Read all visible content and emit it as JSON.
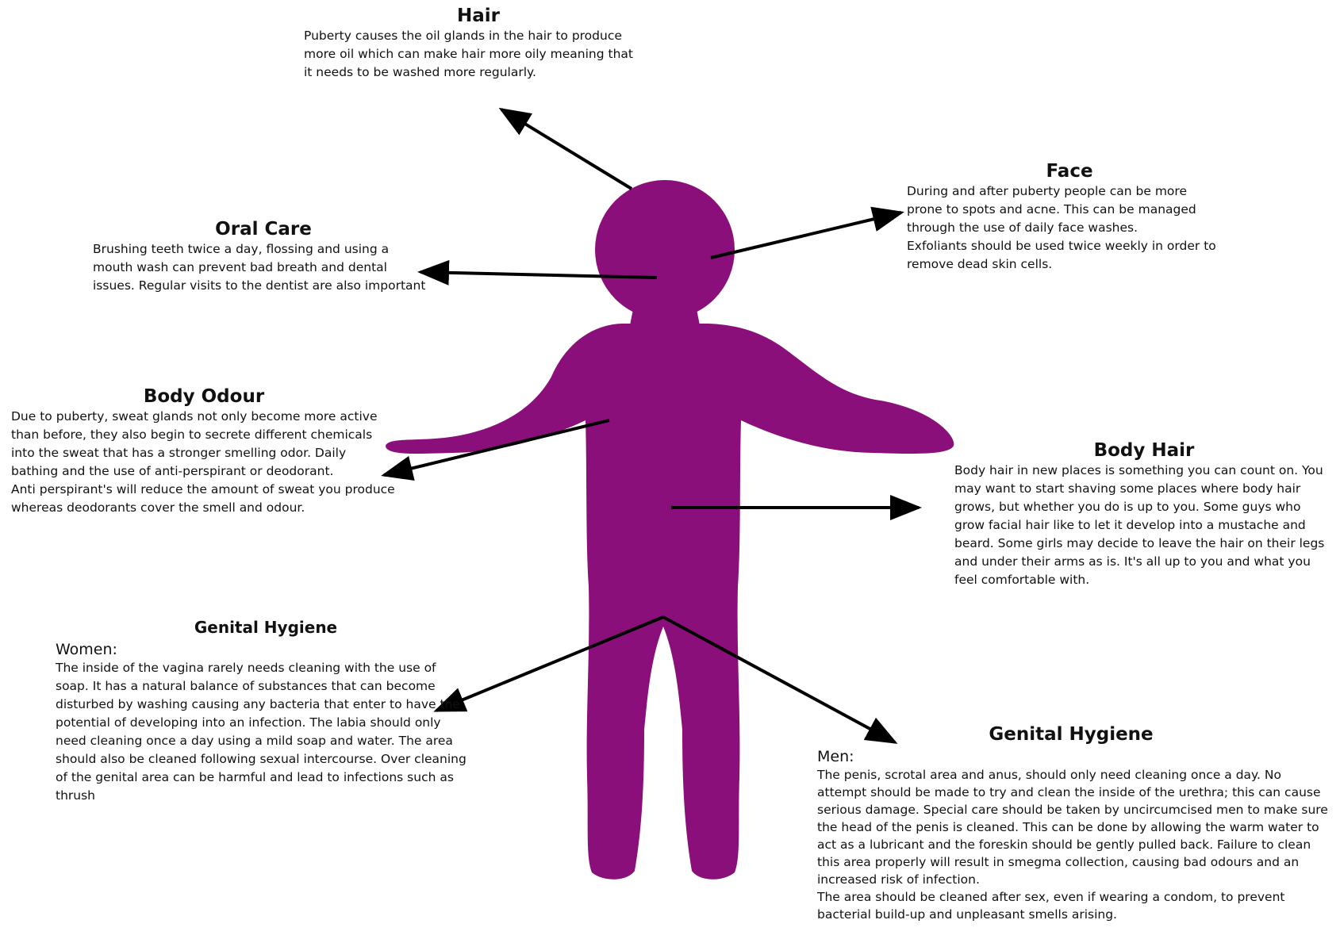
{
  "figure_color": "#8b0f7a",
  "sections": {
    "hair": {
      "title": "Hair",
      "body": "Puberty causes the oil glands in the hair to produce more oil which can make hair more oily meaning that it needs to be washed more regularly."
    },
    "face": {
      "title": "Face",
      "body": "During and after puberty people can be more prone to spots and acne. This can be managed through the use of daily face washes.\nExfoliants should be used twice weekly in order to remove dead skin cells."
    },
    "oral": {
      "title": "Oral Care",
      "body": "Brushing teeth twice a day, flossing and using a mouth wash can prevent bad breath and dental issues. Regular visits to the dentist are also important"
    },
    "odour": {
      "title": "Body Odour",
      "body": "Due to puberty, sweat glands not only become more active than before, they also begin to secrete different chemicals into the sweat that has a stronger smelling odor.  Daily bathing and the use of anti-perspirant or deodorant.\nAnti perspirant's will reduce the amount of sweat you produce whereas deodorants cover the smell and odour."
    },
    "body_hair": {
      "title": "Body Hair",
      "body": "Body hair in new places is something you can count on. You may want to start shaving some places where body hair grows, but whether you do is up to you. Some guys who grow facial hair like to let it develop into a mustache and beard. Some girls may decide to leave the hair on their legs and under their arms as is. It's all up to you and what you feel comfortable with."
    },
    "genital_women": {
      "title": "Genital Hygiene",
      "sub": "Women:",
      "body": "The inside of the vagina rarely needs cleaning with the use of soap. It has a natural balance of substances that can become disturbed by washing causing any bacteria that enter to have the potential of developing into an infection. The labia should only need cleaning once a day using a mild soap and water. The area should also be cleaned following sexual intercourse. Over cleaning of the genital area can be harmful and lead to infections such as thrush"
    },
    "genital_men": {
      "title": "Genital Hygiene",
      "sub": "Men:",
      "body": "The penis, scrotal area and anus, should only need cleaning once a day. No attempt should be made to try and clean the inside of the urethra; this can cause serious damage. Special care should be taken by uncircumcised men to make sure the head of the penis is cleaned. This can be done by allowing the warm water to act as a lubricant and the foreskin should be gently pulled back. Failure to clean this area properly will result in smegma collection, causing bad odours and an increased risk of infection.\nThe area should be cleaned after sex, even if wearing a condom, to prevent bacterial build-up and unpleasant smells arising."
    }
  }
}
